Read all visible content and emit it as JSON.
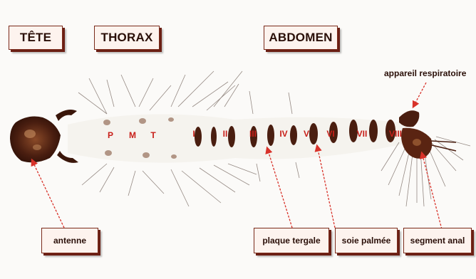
{
  "headers": {
    "tete": "TÊTE",
    "thorax": "THORAX",
    "abdomen": "ABDOMEN"
  },
  "labels": {
    "antenne": "antenne",
    "plaque_tergale": "plaque tergale",
    "soie_palmee": "soie palmée",
    "segment_anal": "segment anal",
    "appareil_respiratoire": "appareil respiratoire"
  },
  "thorax_segments": [
    "P",
    "M",
    "T"
  ],
  "abdomen_segments": [
    "I",
    "II",
    "III",
    "IV",
    "V",
    "VI",
    "VII",
    "VIII"
  ],
  "colors": {
    "arrow": "#d8322a",
    "segment_label": "#c8201a",
    "box_border": "#7a2a1a",
    "box_fill": "#fdf3ee",
    "body_dark": "#4a1e10"
  }
}
